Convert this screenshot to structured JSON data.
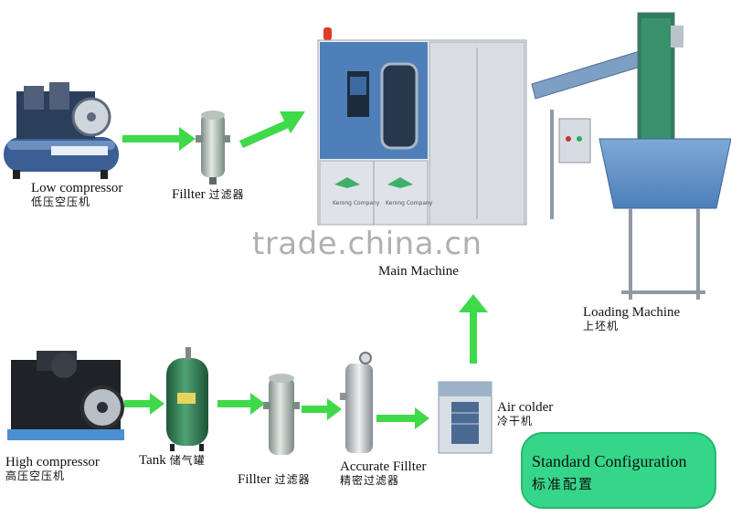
{
  "nodes": {
    "low_compressor": {
      "en": "Low compressor",
      "zh": "低压空压机"
    },
    "filter_top": {
      "en": "Fillter",
      "zh": "过滤器"
    },
    "main_machine": {
      "en": "Main Machine",
      "brand_left": "Kerong Company",
      "brand_right": "Kerong Company"
    },
    "loading_machine": {
      "en": "Loading Machine",
      "zh": "上坯机"
    },
    "high_compressor": {
      "en": "High compressor",
      "zh": "高压空压机"
    },
    "tank": {
      "en": "Tank",
      "zh": "储气罐"
    },
    "filter_bottom": {
      "en": "Fillter",
      "zh": "过滤器"
    },
    "accurate_filter": {
      "en": "Accurate Fillter",
      "zh": "精密过滤器"
    },
    "air_colder": {
      "en": "Air colder",
      "zh": "冷干机"
    }
  },
  "standard_config": {
    "en": "Standard Configuration",
    "zh": "标准配置"
  },
  "watermark": "trade.china.cn",
  "colors": {
    "arrow": "#3fd94a",
    "badge": "#36d68a",
    "machine_blue": "#4f7fb8",
    "machine_gray": "#d9dde2",
    "metal": "#9aa6a0"
  }
}
